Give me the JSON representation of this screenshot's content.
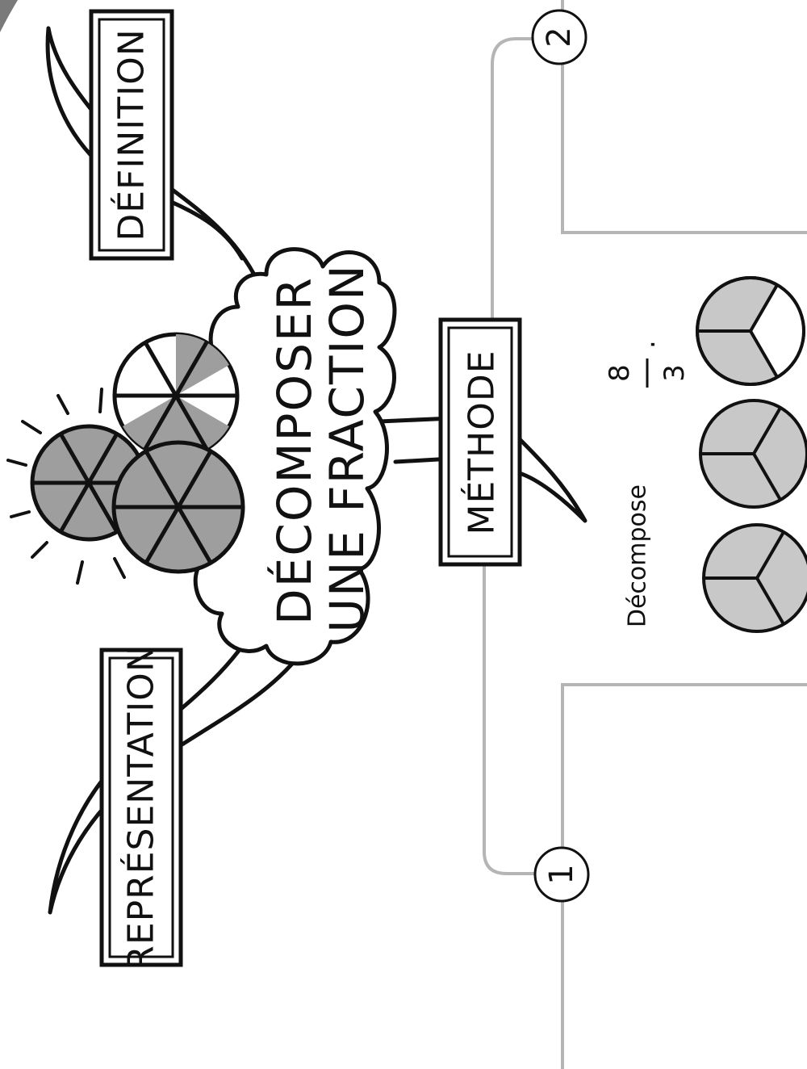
{
  "mindmap": {
    "center_title_line1": "DÉCOMPOSER",
    "center_title_line2": "UNE FRACTION",
    "branches": {
      "definition": "DÉFINITION",
      "representation": "REPRÉSENTATION",
      "methode": "MÉTHODE"
    }
  },
  "steps": {
    "step1": "1",
    "step2": "2"
  },
  "exercise": {
    "instruction": "Décompose",
    "numerator": "8",
    "denominator": "3",
    "end_mark": "."
  },
  "colors": {
    "ink": "#111111",
    "shade_dark": "#9e9e9e",
    "shade_light": "#c8c8c8",
    "frame_grey": "#b5b5b5"
  }
}
